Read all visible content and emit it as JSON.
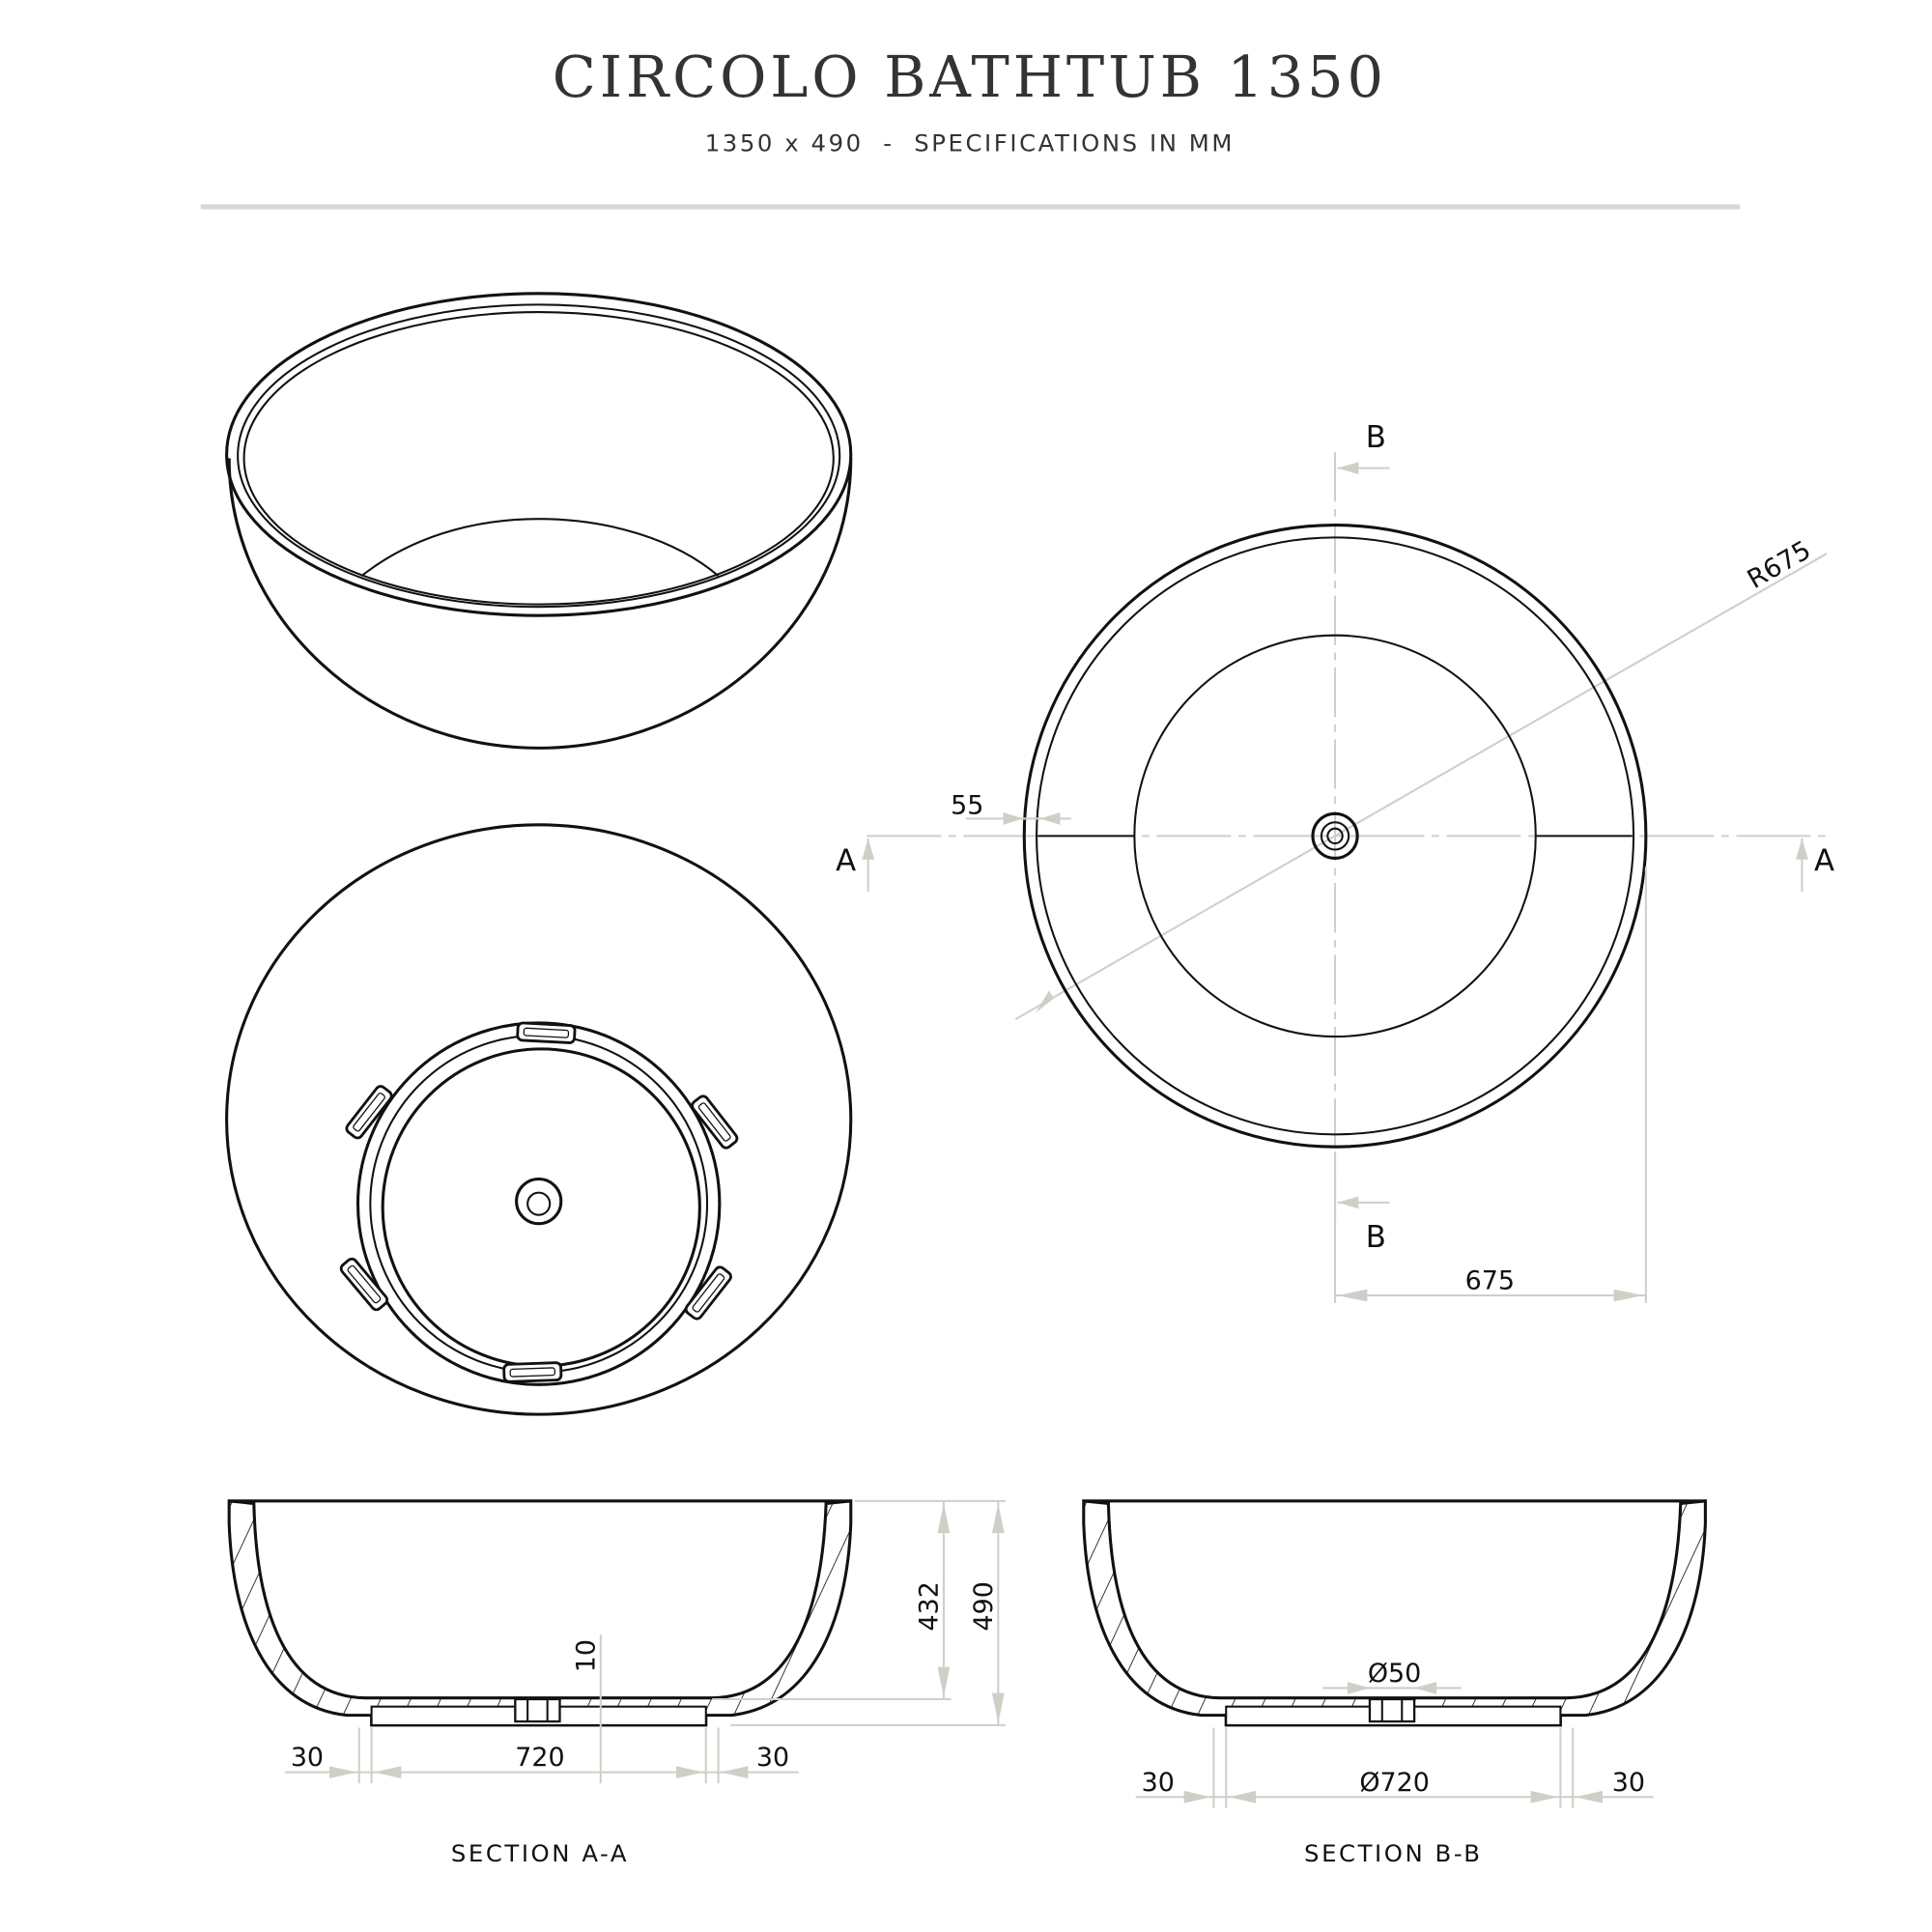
{
  "header": {
    "title": "CIRCOLO BATHTUB 1350",
    "subtitle": "1350 x 490  -  SPECIFICATIONS IN MM"
  },
  "plan_view": {
    "section_b_top": "B",
    "section_b_bottom": "B",
    "section_a_left": "A",
    "section_a_right": "A",
    "radius": "R675",
    "rim_width": "55",
    "half_width": "675"
  },
  "section_a": {
    "caption": "SECTION A-A",
    "inner_depth": "432",
    "total_height": "490",
    "floor_offset": "10",
    "left_wall": "30",
    "base_width": "720",
    "right_wall": "30"
  },
  "section_b": {
    "caption": "SECTION B-B",
    "drain_diameter": "Ø50",
    "left_wall": "30",
    "base_diameter": "Ø720",
    "right_wall": "30"
  },
  "colors": {
    "ink": "#111111",
    "dimension": "#cfcfc8",
    "rule": "#d8d8d2",
    "title": "#333333"
  }
}
